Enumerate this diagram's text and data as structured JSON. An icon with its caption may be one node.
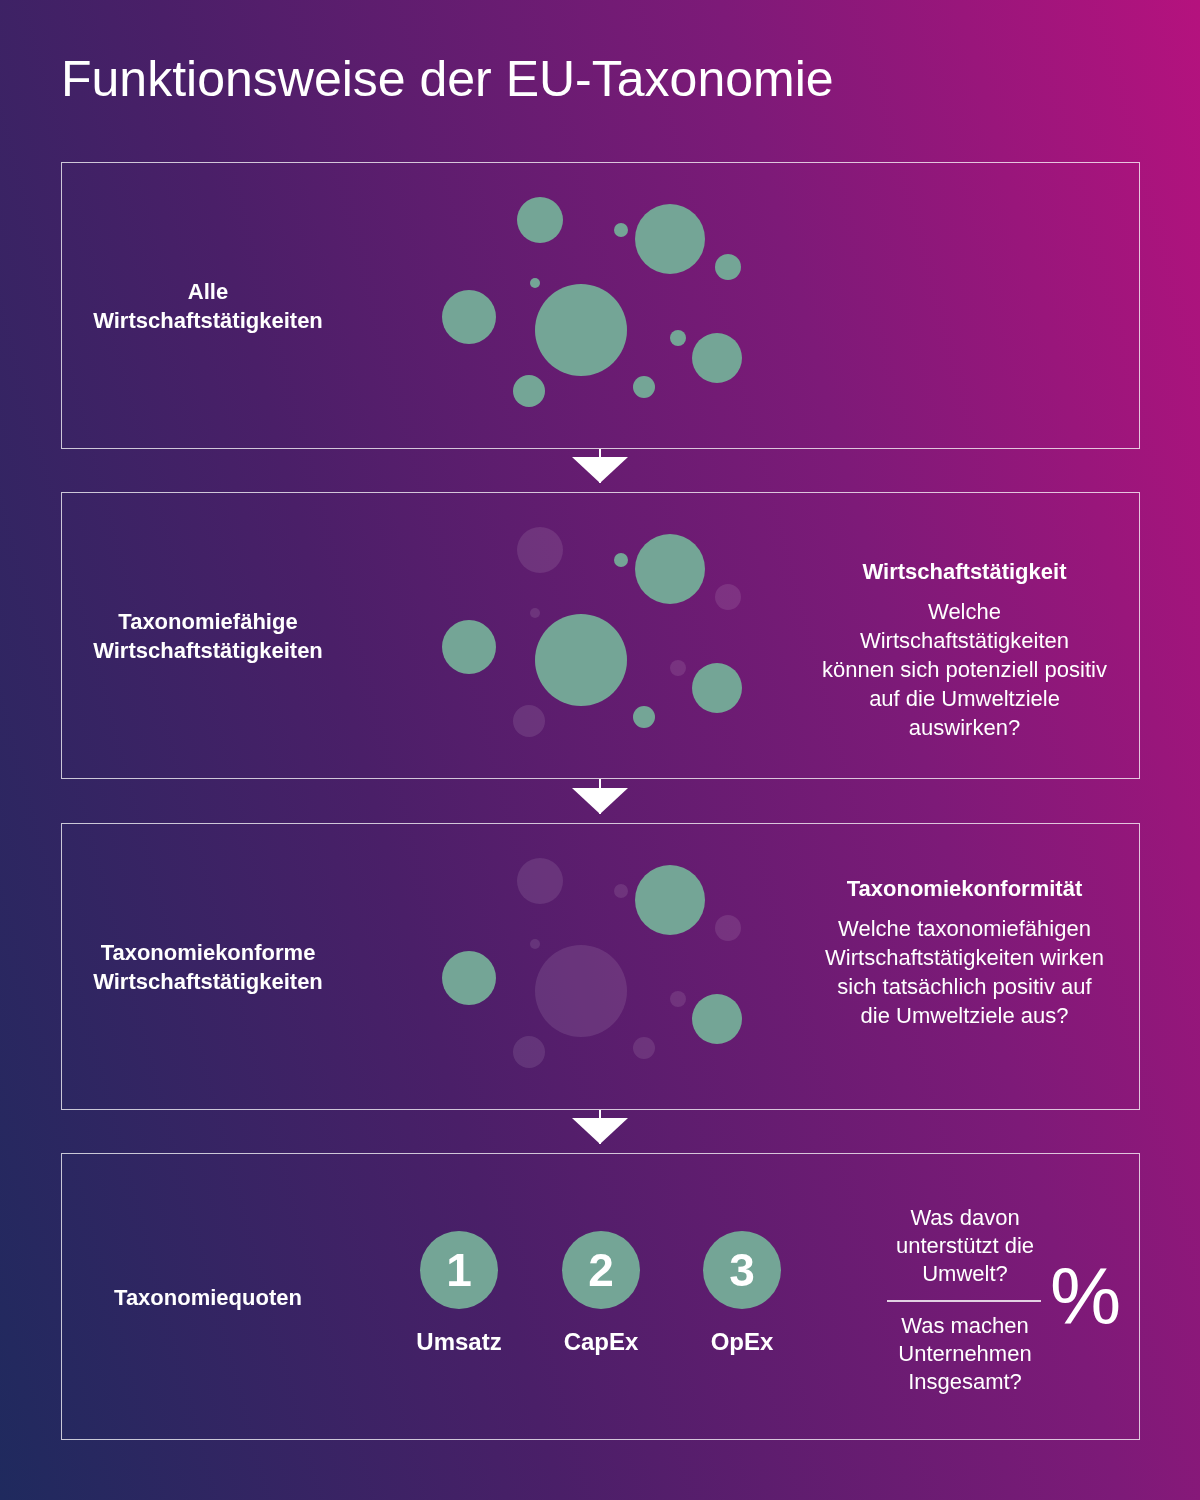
{
  "diagram": {
    "title": "Funktionsweise der EU-Taxonomie",
    "nodes": [
      {
        "text": [
          "Alle Wirtschaftstätigkeiten"
        ]
      },
      {
        "text": [
          "Taxonomiefähige Wirtschaftstätigkeiten",
          "Wirtschaftstätigkeit",
          "Welche Wirtschaftstätigkeiten können sich potenziell positiv auf die Umweltziele auswirken?"
        ]
      },
      {
        "text": [
          "Taxonomiekonforme Wirtschaftstätigkeiten",
          "Taxonomiekonformität",
          "Welche taxonomiefähigen Wirtschaftstätigkeiten wirken sich tatsächlich positiv auf die Umweltziele aus?"
        ]
      },
      {
        "text": [
          "Taxonomiequoten"
        ]
      },
      {
        "text": [
          "1"
        ],
        "in": 3,
        "beside": [
          "Umsatz"
        ]
      },
      {
        "text": [
          "2"
        ],
        "in": 3,
        "beside": [
          "CapEx"
        ]
      },
      {
        "text": [
          "3"
        ],
        "in": 3,
        "beside": [
          "OpEx"
        ]
      }
    ],
    "edges": [
      {
        "from": 0,
        "to": 1,
        "arrow": "to"
      },
      {
        "from": 1,
        "to": 2,
        "arrow": "to"
      },
      {
        "from": 2,
        "to": 3,
        "arrow": "to"
      }
    ],
    "labels": [
      "Was davon unterstützt die Umwelt?",
      "Was machen Unternehmen Insgesamt?",
      "%"
    ]
  }
}
